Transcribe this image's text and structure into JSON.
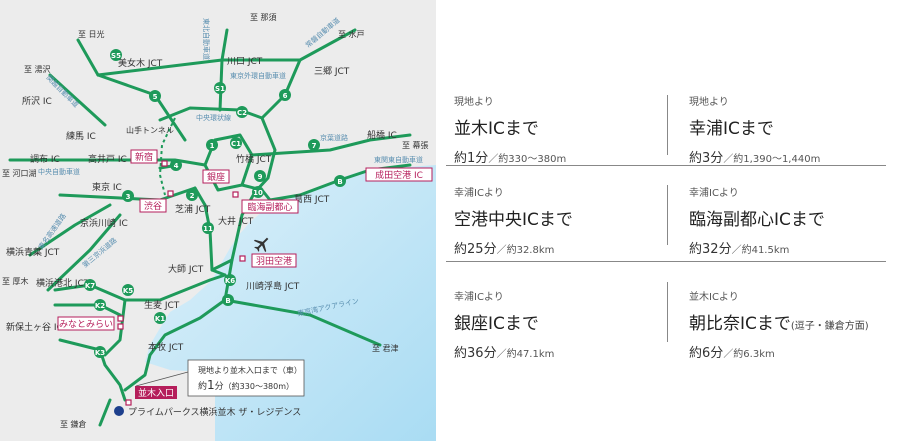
{
  "map": {
    "places": {
      "nikko": "至 日光",
      "nasu": "至 那須",
      "mito": "至 水戸",
      "yuzawa": "至 湯沢",
      "makuhari": "至 幕張",
      "kawaguchiko": "至 河口湖",
      "atsugi": "至 厚木",
      "kisarazu": "至 君津",
      "kamakura": "至 鎌倉"
    },
    "junctions": {
      "bijogi": "美女木 JCT",
      "kawaguchi": "川口 JCT",
      "misato": "三郷 JCT",
      "tokorozawa": "所沢 IC",
      "nerima": "練馬 IC",
      "funabashi": "船橋 IC",
      "chofu": "調布 IC",
      "takaido": "高井戸 IC",
      "takebashi": "竹橋 JCT",
      "tokyo": "東京 IC",
      "kasai": "葛西 JCT",
      "shibaura": "芝浦 JCT",
      "oi": "大井 JCT",
      "keihin_kawasaki": "京浜川崎 IC",
      "yokohama_aoba": "横浜青葉 JCT",
      "ohashi": "大師 JCT",
      "kawasaki_ukishima": "川崎浮島 JCT",
      "yokohama_kohoku": "横浜港北 JCT",
      "namamugi": "生麦 JCT",
      "shinhodogaya": "新保土ヶ谷 IC",
      "honmoku": "本牧 JCT"
    },
    "highlights": {
      "shinjuku": "新宿",
      "shibuya": "渋谷",
      "ginza": "銀座",
      "rinkai": "臨海副都心",
      "haneda": "羽田空港",
      "narita": "成田空港 IC",
      "minatomirai": "みなとみらい",
      "namiki": "並木入口"
    },
    "roads": {
      "tohoku": "東北自動車道",
      "jyoban": "常磐自動車道",
      "gaikan": "東京外環自動車道",
      "kanetsu": "関越自動車道",
      "keiyo": "京葉道路",
      "higashikanto": "東関東自動車道",
      "chuo_kanjo": "中央環状線",
      "chuo_jidosha": "中央自動車道",
      "tomei": "東名高速道路",
      "daisan_keihin": "第三京浜道路",
      "aqualine": "東京湾アクアライン",
      "yamate_tunnel": "山手トンネル"
    },
    "route_numbers": [
      "S5",
      "5",
      "C2",
      "6",
      "S1",
      "4",
      "1",
      "C1",
      "7",
      "2",
      "3",
      "9",
      "10",
      "B",
      "11",
      "K6",
      "K7",
      "K5",
      "K2",
      "K1",
      "K3",
      "B"
    ],
    "callout": {
      "title": "現地より並木入口まで（車）",
      "approx": "約",
      "minutes": "1",
      "unit": "分",
      "distance": "（約330〜380m）"
    },
    "property": "プライムパークス横浜並木 ザ・レジデンス"
  },
  "destinations": [
    {
      "from": "現地より",
      "to": "並木ICまで",
      "approx": "約",
      "time": "1",
      "unit": "分",
      "distance": "／約330〜380m",
      "note": ""
    },
    {
      "from": "現地より",
      "to": "幸浦ICまで",
      "approx": "約",
      "time": "3",
      "unit": "分",
      "distance": "／約1,390〜1,440m",
      "note": ""
    },
    {
      "from": "幸浦ICより",
      "to": "空港中央ICまで",
      "approx": "約",
      "time": "25",
      "unit": "分",
      "distance": "／約32.8km",
      "note": ""
    },
    {
      "from": "幸浦ICより",
      "to": "臨海副都心ICまで",
      "approx": "約",
      "time": "32",
      "unit": "分",
      "distance": "／約41.5km",
      "note": ""
    },
    {
      "from": "幸浦ICより",
      "to": "銀座ICまで",
      "approx": "約",
      "time": "36",
      "unit": "分",
      "distance": "／約47.1km",
      "note": ""
    },
    {
      "from": "並木ICより",
      "to": "朝比奈ICまで",
      "approx": "約",
      "time": "6",
      "unit": "分",
      "distance": "／約6.3km",
      "note": "(逗子・鎌倉方面)"
    }
  ],
  "colors": {
    "route": "#1e9a5a",
    "highlight": "#b51e5b",
    "sea": "#bfe3f5",
    "land": "#ececec",
    "property_dot": "#1d3f8c"
  }
}
